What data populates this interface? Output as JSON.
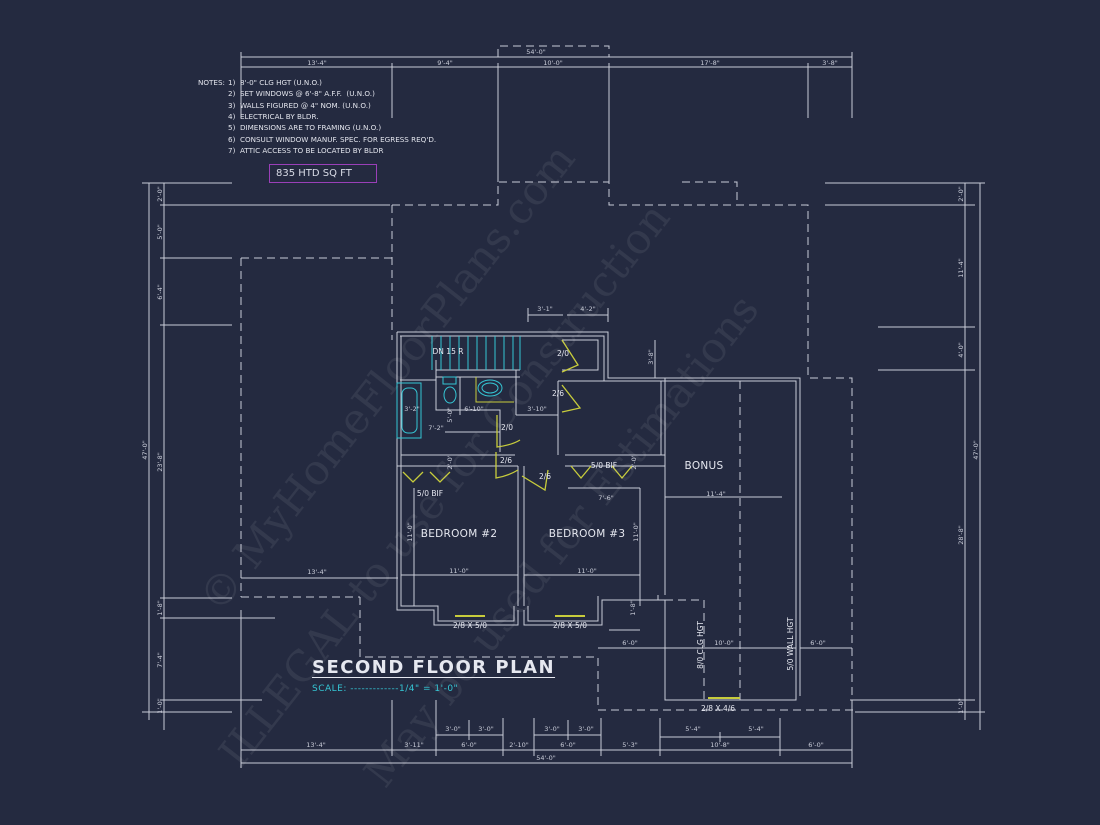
{
  "drawing": {
    "title": "SECOND FLOOR PLAN",
    "scale_label": "SCALE:",
    "scale_value": "1/4\" = 1'-0\"",
    "heated_area": "835 HTD SQ FT"
  },
  "notes": {
    "heading": "NOTES:",
    "items": [
      "1)  8'-0\" CLG HGT (U.N.O.)",
      "2)  SET WINDOWS @ 6'-8\" A.F.F.  (U.N.O.)",
      "3)  WALLS FIGURED @ 4\" NOM. (U.N.O.)",
      "4)  ELECTRICAL BY BLDR.",
      "5)  DIMENSIONS ARE TO FRAMING (U.N.O.)",
      "6)  CONSULT WINDOW MANUF. SPEC. FOR EGRESS REQ'D.",
      "7)  ATTIC ACCESS TO BE LOCATED BY BLDR"
    ]
  },
  "rooms": {
    "bedroom2": "BEDROOM #2",
    "bedroom3": "BEDROOM #3",
    "bonus": "BONUS",
    "stair": "DN 15 R"
  },
  "labels": {
    "bif_left": "5/0 BIF",
    "bif_right": "5/0 BIF",
    "door_closet_top": "2/0",
    "door_hall_1": "2/6",
    "door_bath": "2/0",
    "door_bed2": "2/6",
    "door_bed3": "2/6",
    "window_bed2": "2/8 X 5/0",
    "window_bed3": "2/8 X 5/0",
    "window_bonus": "2/8 X 4/6",
    "clg_hgt": "8/0 CLG HGT",
    "wall_hgt": "5/0 WALL HGT"
  },
  "dimensions": {
    "top_overall": "54'-0\"",
    "top": [
      "13'-4\"",
      "9'-4\"",
      "10'-0\"",
      "17'-8\"",
      "3'-8\""
    ],
    "bottom_overall": "54'-0\"",
    "bottom": [
      "13'-4\"",
      "3'-11\"",
      "6'-0\"",
      "2'-10\"",
      "6'-0\"",
      "5'-3\"",
      "10'-8\"",
      "6'-0\""
    ],
    "bottom_sub": [
      "3'-0\"",
      "3'-0\"",
      "3'-0\"",
      "3'-0\"",
      "5'-4\"",
      "5'-4\""
    ],
    "left_overall": "47'-0\"",
    "left": [
      "2'-0\"",
      "5'-0\"",
      "6'-4\"",
      "23'-8\"",
      "1'-8\"",
      "7'-4\"",
      "1'-0\""
    ],
    "right_overall": "47'-0\"",
    "right": [
      "2'-0\"",
      "11'-4\"",
      "4'-0\"",
      "28'-8\"",
      "1'-0\""
    ],
    "interior": {
      "stair_a": "3'-1\"",
      "stair_b": "4'-2\"",
      "closet_h": "3'-8\"",
      "bath_tub": "3'-2\"",
      "bath_w": "6'-10\"",
      "bath_h": "5'-0\"",
      "hall_w": "3'-10\"",
      "bath_low": "7'-2\"",
      "closet_depth_l": "2'-0\"",
      "closet_depth_r": "2'-0\"",
      "bed2_h": "11'-0\"",
      "bed2_w": "11'-0\"",
      "bed3_h": "11'-0\"",
      "bed3_w": "11'-0\"",
      "bed3_closet": "7'-6\"",
      "bonus_w": "11'-4\"",
      "left_run": "13'-4\"",
      "bay_h": "1'-8\"",
      "porch_l": "6'-0\"",
      "bonus_low": "10'-0\"",
      "porch_r": "6'-0\""
    }
  },
  "watermark": {
    "line1": "© MyHomeFloorPlans.com",
    "line2": "ILLEGAL to use for Construction",
    "line3": "May be used for Estimations"
  },
  "colors": {
    "background": "#242a40",
    "linework": "#c9ccd8",
    "fixtures": "#35c6d4",
    "doors": "#c7cc3c",
    "area_box": "#9a3fb8"
  }
}
